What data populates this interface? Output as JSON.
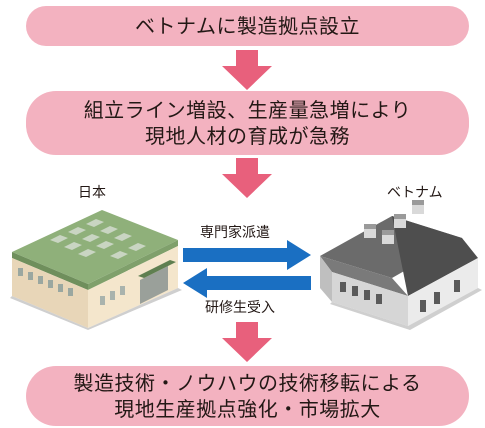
{
  "steps": [
    {
      "lines": [
        "ベトナムに製造拠点設立"
      ]
    },
    {
      "lines": [
        "組立ライン増設、生産量急増により",
        "現地人材の育成が急務"
      ]
    },
    {
      "lines": [
        "製造技術・ノウハウの技術移転による",
        "現地生産拠点強化・市場拡大"
      ]
    }
  ],
  "locations": {
    "left": "日本",
    "right": "ベトナム"
  },
  "exchange": {
    "to_right": "専門家派遣",
    "to_left": "研修生受入"
  },
  "colors": {
    "pill": "#f3b2c0",
    "down_arrow": "#e8607c",
    "exchange_arrow": "#1a6fc2"
  }
}
